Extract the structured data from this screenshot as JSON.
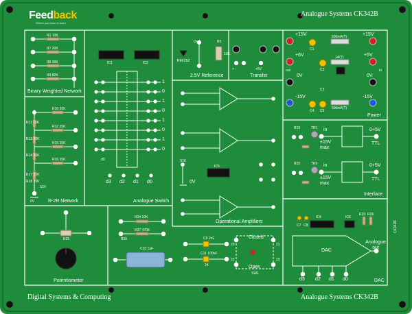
{
  "board": {
    "colors": {
      "board": "#1e8c3a",
      "line": "#ffffff",
      "ic": "#111111",
      "yellow": "#f2c200",
      "blue": "#1a5ad6",
      "red": "#d42020"
    },
    "brand": {
      "name_part1": "Feed",
      "name_part2": "back",
      "tagline": "Where you learn to learn"
    },
    "title_top": "Analogue Systems CK342B",
    "title_bottom_left": "Digital Systems & Computing",
    "title_bottom_right": "Analogue Systems CK342B",
    "serial": "CK342B"
  },
  "sections": {
    "binary_weighted": {
      "title": "Binary Weighted Network",
      "resistors": [
        "R1 10K",
        "R7 20K",
        "R8 39K",
        "R9 82K"
      ]
    },
    "r2r": {
      "title": "R-2R Network",
      "resistors": [
        "R10 20K",
        "R11 10K",
        "R12 20K",
        "R13 10K",
        "R14 10K",
        "R15 20K",
        "R16 20K",
        "R17 10K",
        "R18 20K"
      ],
      "switch": "S10",
      "ground": "0V"
    },
    "analogue_switch": {
      "title": "Analogue Switch",
      "ics": [
        "IC1",
        "IC2"
      ],
      "channel_labels": [
        "d3",
        "d2",
        "d1",
        "d0"
      ],
      "bits": [
        "1",
        "0",
        "1",
        "0",
        "1",
        "0",
        "1",
        "0"
      ],
      "inputs": [
        "d3",
        "d2",
        "d1",
        "d0"
      ]
    },
    "reference": {
      "title": "2.5V Reference",
      "labels": [
        "Drel",
        "REF25Z",
        "R5",
        "10K"
      ]
    },
    "transfer": {
      "title": "Transfer",
      "labels": [
        "+ -",
        "+5V"
      ]
    },
    "power": {
      "title": "Power",
      "rails": [
        "+15V",
        "+6V",
        "0V",
        "-15V"
      ],
      "in_labels": [
        "+15V",
        "+5V",
        "0V",
        "-15V"
      ],
      "side_labels": [
        "out",
        "in"
      ],
      "fuses": [
        "500mA(T)",
        "1A(T)",
        "500mA(T)"
      ],
      "caps": [
        "C1",
        "C2",
        "C3",
        "C4",
        "C5"
      ]
    },
    "op_amps": {
      "title": "Operational Amplifiers",
      "ic": "IC5",
      "switch": "S16",
      "ground": "0V"
    },
    "interface": {
      "title": "Interface",
      "rows": [
        {
          "label_in": "in",
          "range": "±15V max",
          "out": "0+5V",
          "out2": "TTL"
        },
        {
          "label_in": "in",
          "range": "±15V max",
          "out": "0+5V",
          "out2": "TTL"
        }
      ],
      "parts": [
        "R19",
        "TR1",
        "R20",
        "TR2"
      ]
    },
    "potentiometer": {
      "title": "Potentiometer",
      "part": "R25"
    },
    "passive": {
      "parts": [
        "R24 10K",
        "R27 470K",
        "R25",
        "C10 1uF"
      ]
    },
    "caps_switch": {
      "parts": [
        "C9 1nF",
        "C11 100nF"
      ],
      "switch": "SW1",
      "closed": "Closed",
      "open": "Open",
      "pins": [
        "20",
        "21",
        "22",
        "23",
        "24"
      ]
    },
    "dac": {
      "title": "DAC",
      "inner": "DAC",
      "out": "Analogue out",
      "inputs": [
        "d3",
        "d2",
        "d1",
        "d0"
      ],
      "ics": [
        "IC4",
        "IC6"
      ],
      "parts": [
        "C7",
        "C8",
        "R23",
        "R26"
      ]
    }
  }
}
